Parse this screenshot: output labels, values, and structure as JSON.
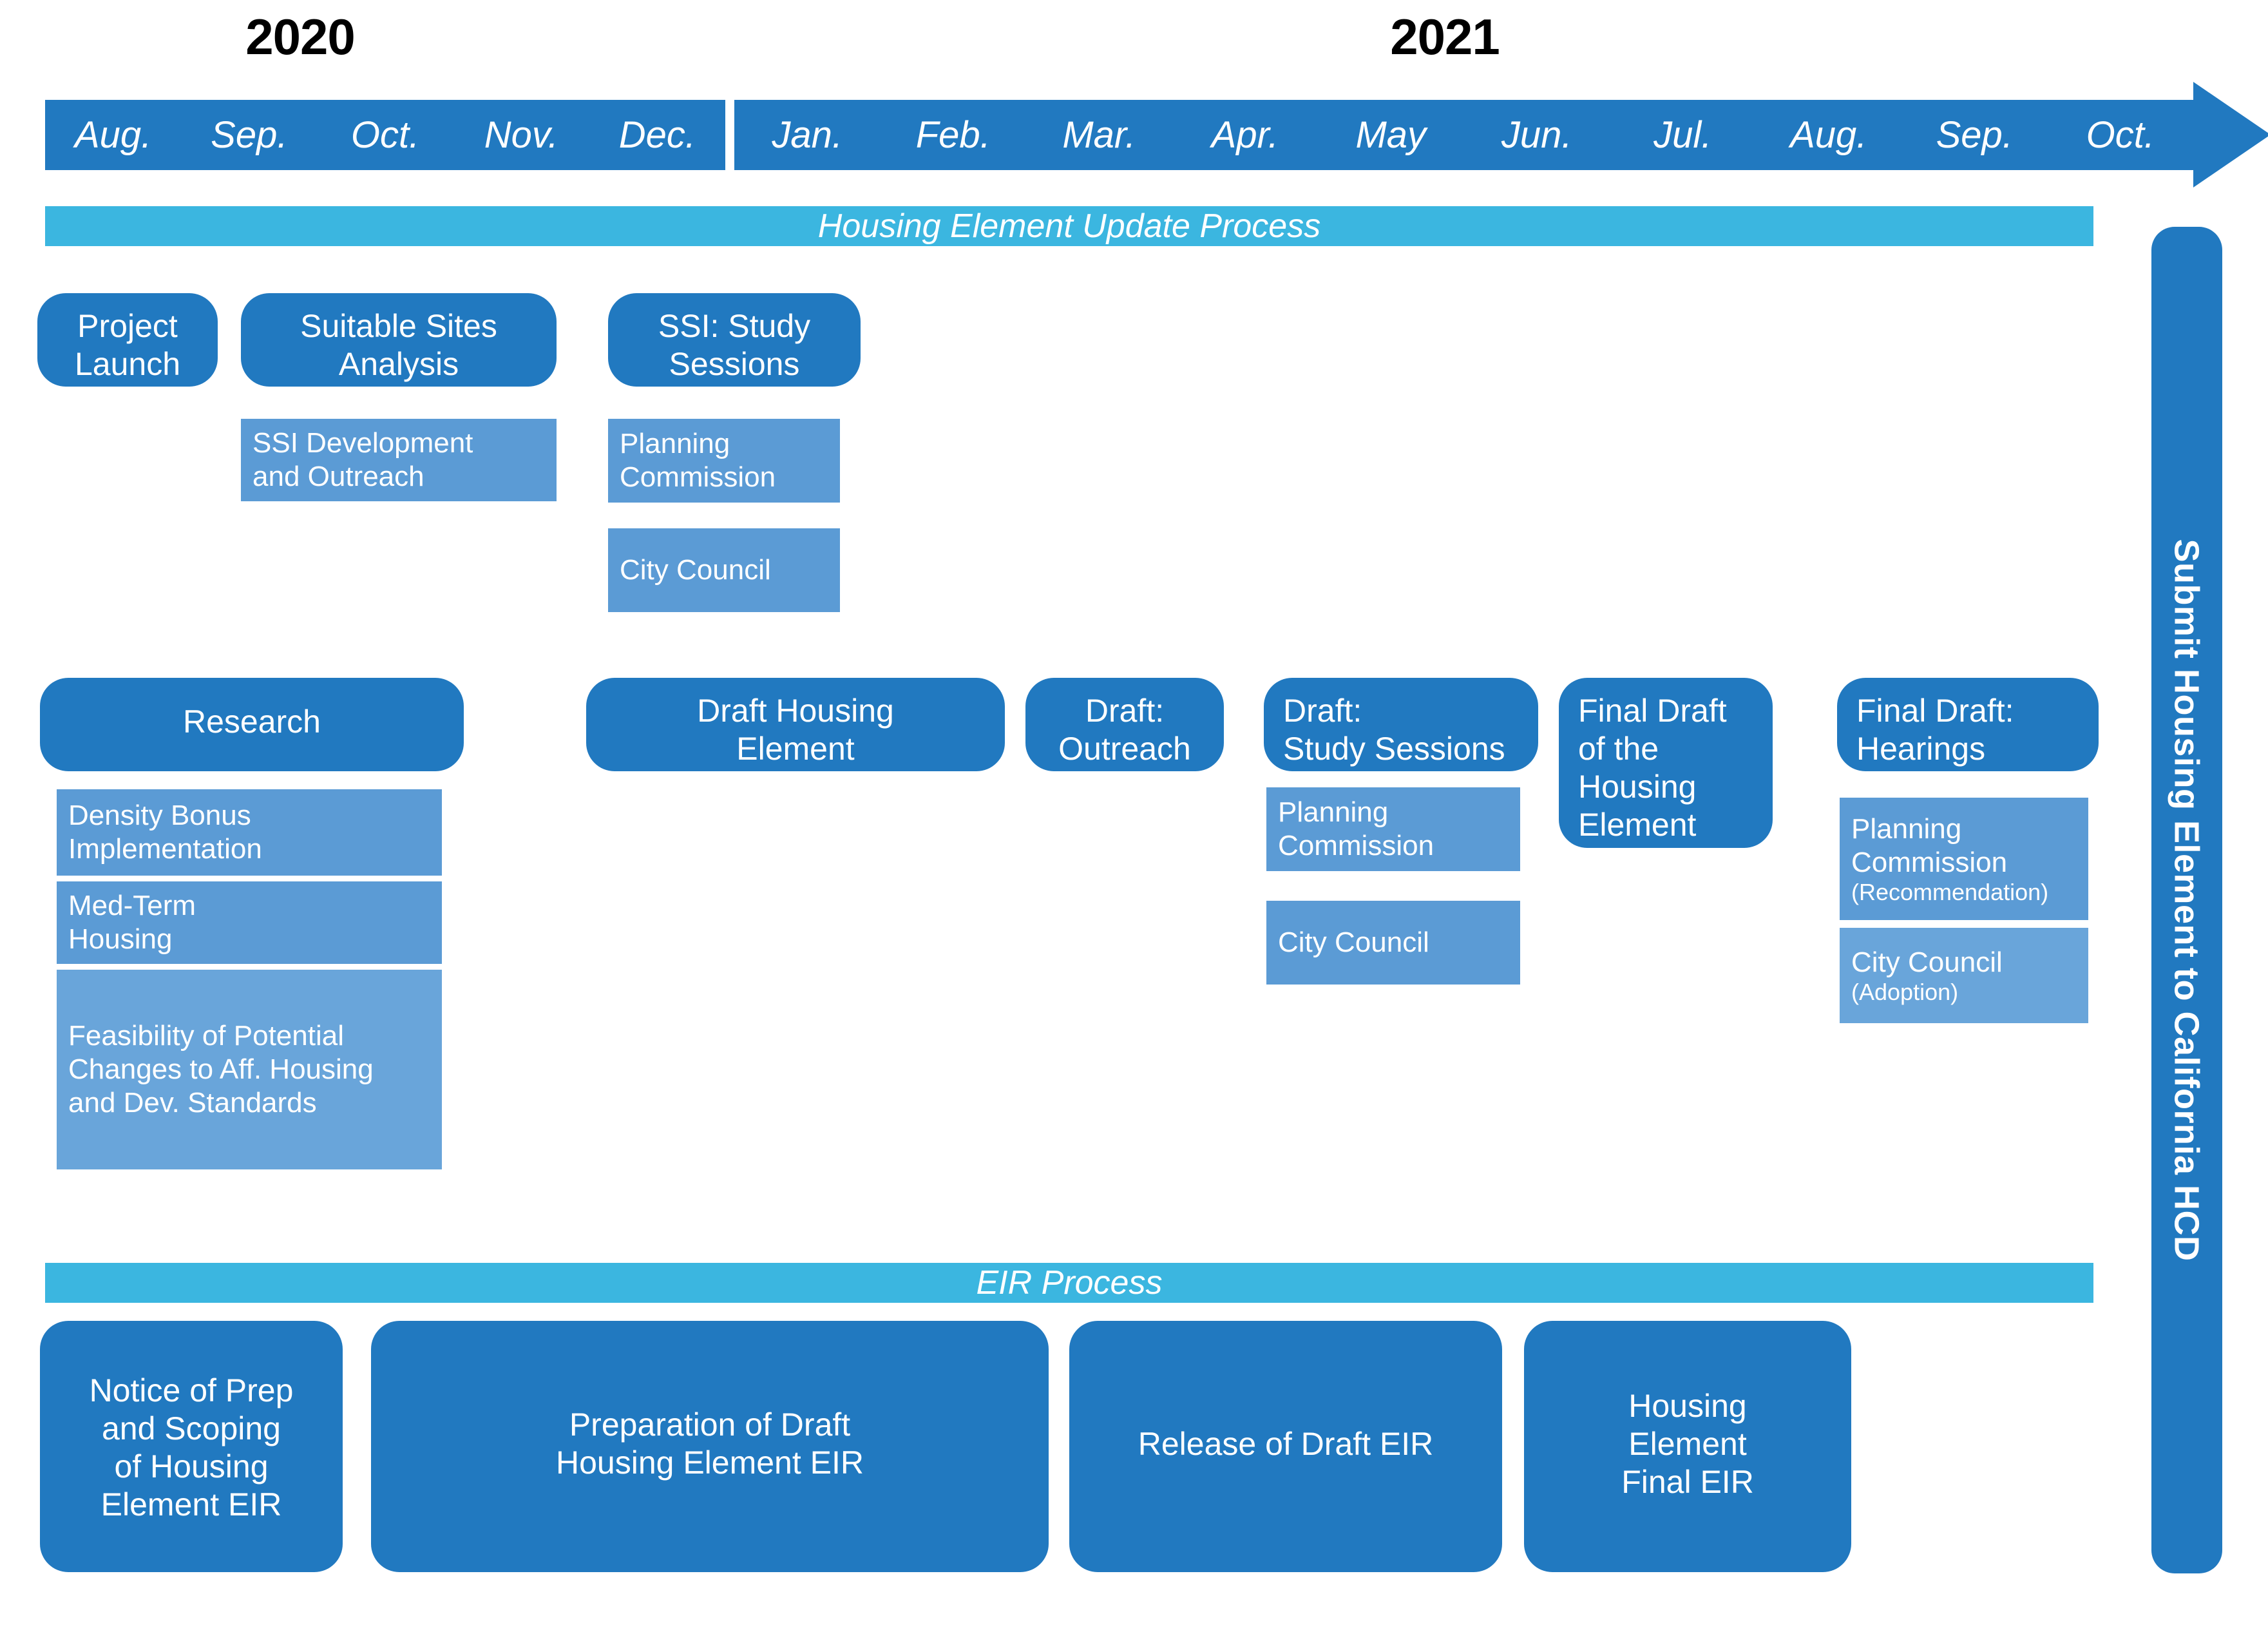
{
  "timeline": {
    "years": [
      {
        "label": "2020",
        "months": [
          "Aug.",
          "Sep.",
          "Oct.",
          "Nov.",
          "Dec."
        ]
      },
      {
        "label": "2021",
        "months": [
          "Jan.",
          "Feb.",
          "Mar.",
          "Apr.",
          "May",
          "Jun.",
          "Jul.",
          "Aug.",
          "Sep.",
          "Oct."
        ]
      }
    ],
    "arrow_direction": "right"
  },
  "bands": {
    "housing": "Housing Element Update Process",
    "eir": "EIR Process"
  },
  "housing_phases": {
    "project_launch": "Project\nLaunch",
    "suitable_sites": "Suitable Sites\nAnalysis",
    "ssi_dev_outreach": "SSI Development\nand Outreach",
    "ssi_study_sessions": "SSI: Study\nSessions",
    "ssi_planning_commission": "Planning\nCommission",
    "ssi_city_council": "City Council",
    "research": "Research",
    "research_density_bonus": "Density Bonus\nImplementation",
    "research_med_term": "Med-Term\nHousing",
    "research_feasibility": "Feasibility of Potential\nChanges to Aff. Housing\nand Dev. Standards",
    "draft_housing_element": "Draft Housing\nElement",
    "draft_outreach": "Draft:\nOutreach",
    "draft_study_sessions": "Draft:\nStudy Sessions",
    "draft_planning_commission": "Planning\nCommission",
    "draft_city_council": "City Council",
    "final_draft_he": "Final Draft\nof the\nHousing\nElement",
    "final_draft_hearings": "Final Draft:\nHearings",
    "final_planning_commission": "Planning\nCommission",
    "final_planning_commission_note": "(Recommendation)",
    "final_city_council": "City Council",
    "final_city_council_note": "(Adoption)"
  },
  "eir_phases": {
    "notice_of_prep": "Notice of Prep\nand Scoping\nof Housing\nElement EIR",
    "preparation_draft": "Preparation of Draft\nHousing Element EIR",
    "release_draft": "Release of Draft EIR",
    "final_eir": "Housing\nElement\nFinal EIR"
  },
  "submit": {
    "label": "Submit Housing Element to California HCD"
  },
  "colors": {
    "dark_blue": "#2179C0",
    "medium_blue": "#5B9BD5",
    "light_blue": "#69A5DA",
    "cyan": "#3BB6E0",
    "white": "#FFFFFF",
    "black": "#000000"
  }
}
